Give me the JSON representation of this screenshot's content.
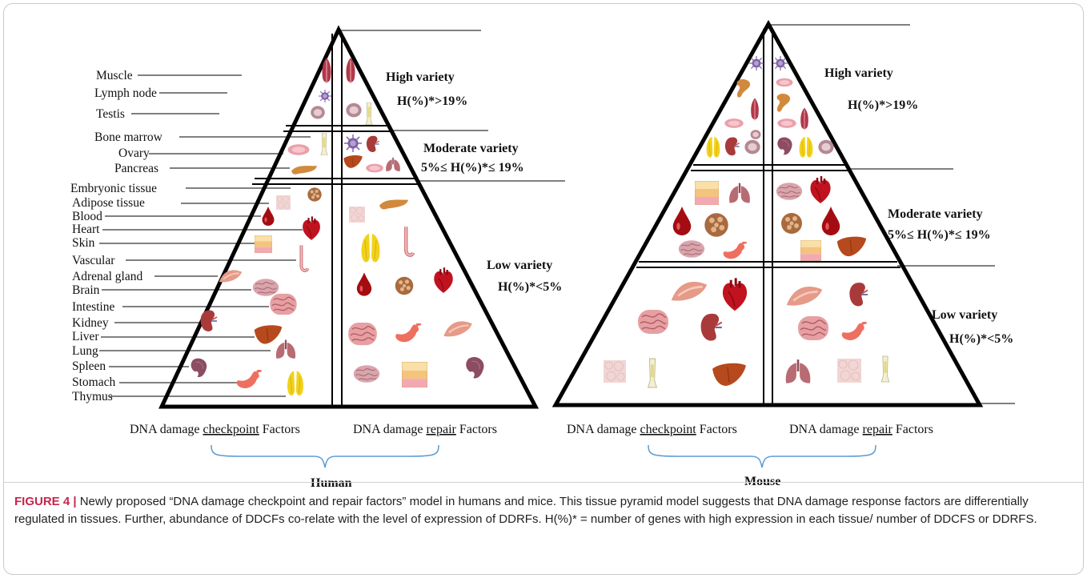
{
  "human": {
    "organ_labels": [
      "Muscle",
      "Lymph node",
      "Testis",
      "Bone marrow",
      "Ovary",
      "Pancreas",
      "Embryonic tissue",
      "Adipose tissue",
      "Blood",
      "Heart",
      "Skin",
      "Vascular",
      "Adrenal gland",
      "Brain",
      "Intestine",
      "Kidney",
      "Liver",
      "Lung",
      "Spleen",
      "Stomach",
      "Thymus"
    ],
    "tiers": [
      {
        "name": "High variety",
        "rule": "H(%)*>19%"
      },
      {
        "name": "Moderate variety",
        "rule": "5%≤ H(%)*≤ 19%"
      },
      {
        "name": "Low variety",
        "rule": "H(%)*<5%"
      }
    ],
    "left_axis": {
      "pre": "DNA damage ",
      "u": "checkpoint",
      "post": " Factors"
    },
    "right_axis": {
      "pre": "DNA damage ",
      "u": "repair",
      "post": " Factors"
    },
    "species": "Human"
  },
  "mouse": {
    "tiers": [
      {
        "name": "High variety",
        "rule": "H(%)*>19%"
      },
      {
        "name": "Moderate variety",
        "rule": "5%≤ H(%)*≤ 19%"
      },
      {
        "name": "Low variety",
        "rule": "H(%)*<5%"
      }
    ],
    "left_axis": {
      "pre": "DNA damage ",
      "u": "checkpoint",
      "post": " Factors"
    },
    "right_axis": {
      "pre": "DNA damage ",
      "u": "repair",
      "post": " Factors"
    },
    "species": "Mouse"
  },
  "caption": {
    "figure_label": "FIGURE 4 |",
    "text": " Newly proposed “DNA damage checkpoint and repair factors” model in humans and mice. This tissue pyramid model suggests that DNA damage response factors are differentially regulated in tissues. Further, abundance of DDCFs co-relate with the level of expression of DDRFs. H(%)* = number of genes with high expression in each tissue/ number of DDCFS or DDRFS."
  },
  "colors": {
    "muscle": "#b0384a",
    "kidney": "#a93a3a",
    "liver": "#b6491d",
    "heart": "#c1121f",
    "blood": "#a30d12",
    "brain": "#d9a5ad",
    "thymus": "#f2d11b",
    "lung": "#b86b73",
    "stomach": "#ee6f5f",
    "adipose": "#f0d6d4",
    "lymph": "#7e63a8",
    "adrenal": "#e69a88",
    "pancreas": "#d18a3c",
    "skin": "#f4c47e",
    "testis": "#b38a93"
  }
}
